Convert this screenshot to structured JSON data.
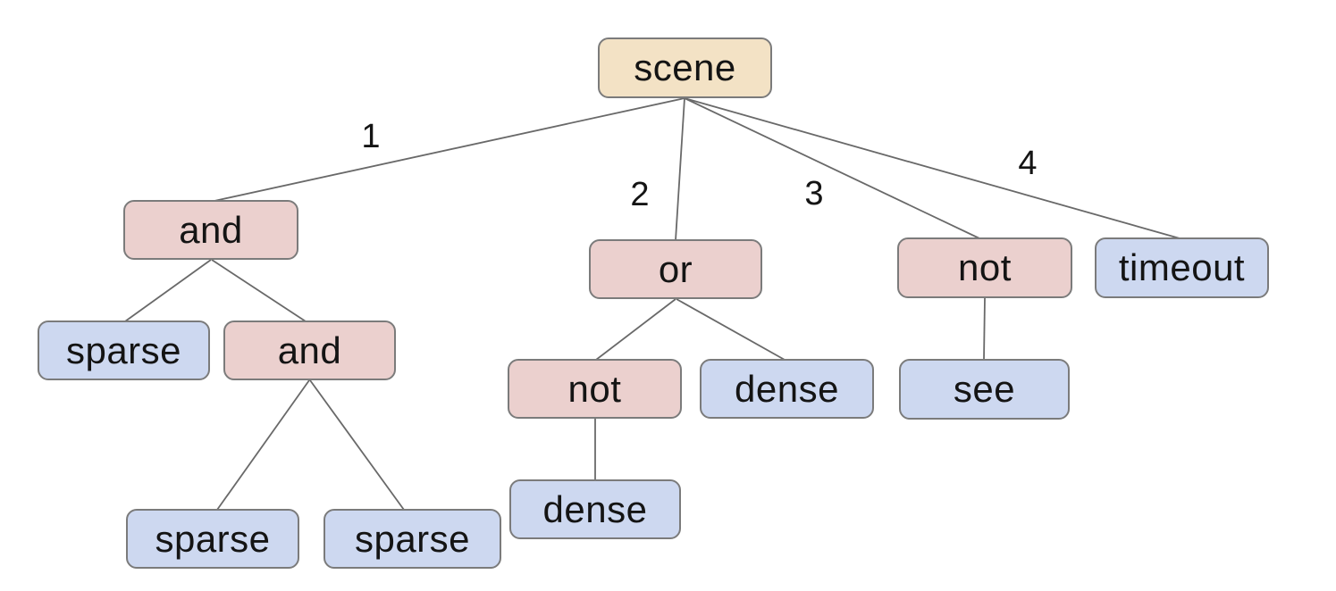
{
  "diagram": {
    "type": "tree",
    "description": "Behavior-tree style scene graph with numbered child branches",
    "colors": {
      "background": "#ffffff",
      "root_fill": "#f3e2c5",
      "operator_fill": "#ebd0ce",
      "leaf_fill": "#cdd8f0",
      "node_border": "#7b7b7b",
      "edge_line": "#696969",
      "text": "#141414"
    },
    "nodes": [
      {
        "id": "scene",
        "label": "scene",
        "role": "root"
      },
      {
        "id": "and-1",
        "label": "and",
        "role": "operator"
      },
      {
        "id": "or-1",
        "label": "or",
        "role": "operator"
      },
      {
        "id": "not-1",
        "label": "not",
        "role": "operator"
      },
      {
        "id": "timeout-1",
        "label": "timeout",
        "role": "leaf"
      },
      {
        "id": "sparse-1",
        "label": "sparse",
        "role": "leaf"
      },
      {
        "id": "and-2",
        "label": "and",
        "role": "operator"
      },
      {
        "id": "not-2",
        "label": "not",
        "role": "operator"
      },
      {
        "id": "dense-1",
        "label": "dense",
        "role": "leaf"
      },
      {
        "id": "see-1",
        "label": "see",
        "role": "leaf"
      },
      {
        "id": "sparse-2",
        "label": "sparse",
        "role": "leaf"
      },
      {
        "id": "sparse-3",
        "label": "sparse",
        "role": "leaf"
      },
      {
        "id": "dense-2",
        "label": "dense",
        "role": "leaf"
      }
    ],
    "edges": [
      {
        "from": "scene",
        "to": "and-1",
        "label": "1"
      },
      {
        "from": "scene",
        "to": "or-1",
        "label": "2"
      },
      {
        "from": "scene",
        "to": "not-1",
        "label": "3"
      },
      {
        "from": "scene",
        "to": "timeout-1",
        "label": "4"
      },
      {
        "from": "and-1",
        "to": "sparse-1",
        "label": ""
      },
      {
        "from": "and-1",
        "to": "and-2",
        "label": ""
      },
      {
        "from": "and-2",
        "to": "sparse-2",
        "label": ""
      },
      {
        "from": "and-2",
        "to": "sparse-3",
        "label": ""
      },
      {
        "from": "or-1",
        "to": "not-2",
        "label": ""
      },
      {
        "from": "or-1",
        "to": "dense-1",
        "label": ""
      },
      {
        "from": "not-2",
        "to": "dense-2",
        "label": ""
      },
      {
        "from": "not-1",
        "to": "see-1",
        "label": ""
      }
    ]
  }
}
